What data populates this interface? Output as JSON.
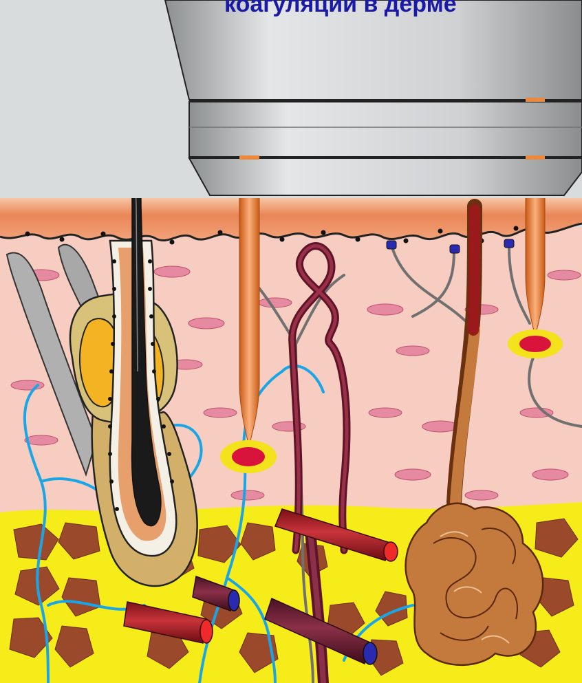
{
  "title_text": "коагуляции в дерме",
  "colors": {
    "title": "#1a1aa6",
    "background": "#d9dcdc",
    "epidermis": "#e9875a",
    "dermis": "#f6cdc0",
    "fat": "#f5ec1a",
    "fat_cells": "#9a4a2a",
    "laser_beam": "#f08a3c",
    "coagulation_spot": "#d8143c",
    "coagulation_halo": "#f4e21c",
    "nerve": "#1aa6e6",
    "artery": "#a51c22",
    "vein": "#7a2236",
    "gland": "#c47a3c",
    "device": "#c9cbcc"
  },
  "icons": [
    "laser-handpiece",
    "hair-follicle",
    "sebaceous-gland",
    "sweat-gland",
    "blood-vessel",
    "nerve-fiber",
    "coagulation-zone"
  ]
}
